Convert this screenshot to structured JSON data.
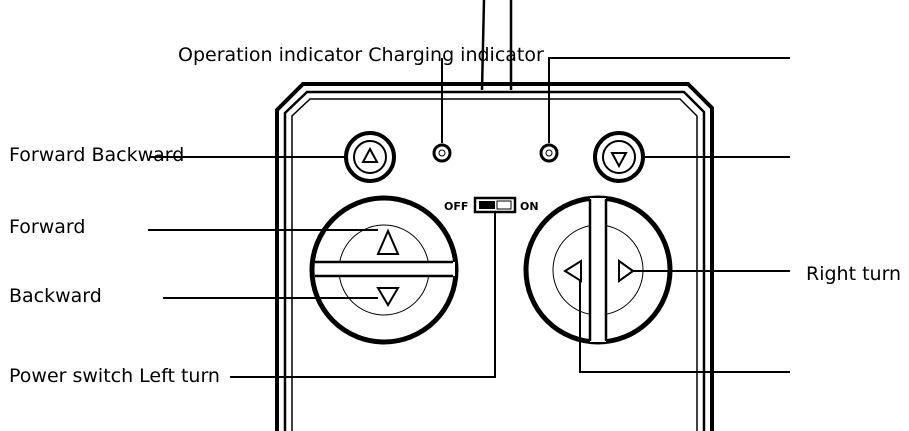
{
  "labels": {
    "operation_charging": "Operation indicator Charging indicator",
    "forward_backward": "Forward Backward",
    "forward": "Forward",
    "backward": "Backward",
    "power_left_turn": "Power switch Left turn",
    "right_turn": "Right turn"
  },
  "switch": {
    "off_label": "OFF",
    "on_label": "ON"
  }
}
